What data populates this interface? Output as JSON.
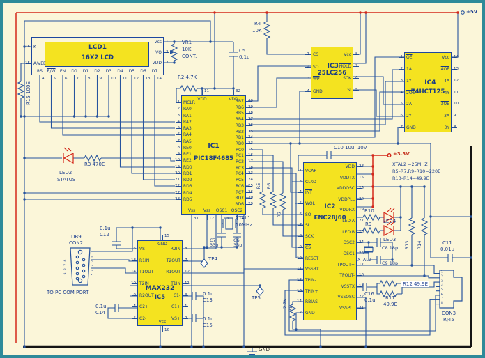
{
  "power": {
    "plus5": "+5V",
    "plus33": "+3.3V",
    "gnd": "GND"
  },
  "notes": [
    "XTAL2 =25MHZ",
    "R5–R7,R9–R10=220E",
    "R13–R14=49.9E"
  ],
  "lcd": {
    "ref": "LCD1",
    "desc": "16X2 LCD",
    "left": [
      {
        "n": "16",
        "l": "K"
      },
      {
        "n": "15",
        "l": "A/VEE"
      }
    ],
    "right": [
      {
        "n": "1",
        "l": "Vss"
      },
      {
        "n": "3",
        "l": "VO"
      },
      {
        "n": "2",
        "l": "VDD"
      }
    ],
    "bottom": [
      {
        "n": "4",
        "l": "RS"
      },
      {
        "n": "5",
        "l": "R/W",
        "b": 1
      },
      {
        "n": "6",
        "l": "EN"
      },
      {
        "n": "7",
        "l": "D0"
      },
      {
        "n": "8",
        "l": "D1"
      },
      {
        "n": "9",
        "l": "D2"
      },
      {
        "n": "10",
        "l": "D3"
      },
      {
        "n": "11",
        "l": "D4"
      },
      {
        "n": "12",
        "l": "D5"
      },
      {
        "n": "13",
        "l": "D6"
      },
      {
        "n": "14",
        "l": "D7"
      }
    ]
  },
  "ics": {
    "ic1": {
      "ref": "IC1",
      "part": "PIC18F4685",
      "left": [
        {
          "n": "1",
          "l": "MCLR",
          "b": 1
        },
        {
          "n": "2",
          "l": "RA0"
        },
        {
          "n": "3",
          "l": "RA1"
        },
        {
          "n": "4",
          "l": "RA2"
        },
        {
          "n": "5",
          "l": "RA3"
        },
        {
          "n": "6",
          "l": "RA4"
        },
        {
          "n": "7",
          "l": "RA5"
        },
        {
          "n": "8",
          "l": "RE0"
        },
        {
          "n": "9",
          "l": "RE1"
        },
        {
          "n": "10",
          "l": "RE2"
        },
        {
          "n": "19",
          "l": "RD0"
        },
        {
          "n": "20",
          "l": "RD1"
        },
        {
          "n": "21",
          "l": "RD2"
        },
        {
          "n": "22",
          "l": "RD3"
        },
        {
          "n": "27",
          "l": "RD4"
        },
        {
          "n": "28",
          "l": "RD5"
        }
      ],
      "right": [
        {
          "n": "40",
          "l": "RB7"
        },
        {
          "n": "39",
          "l": "RB6"
        },
        {
          "n": "38",
          "l": "RB5"
        },
        {
          "n": "37",
          "l": "RB4"
        },
        {
          "n": "36",
          "l": "RB3"
        },
        {
          "n": "35",
          "l": "RB2"
        },
        {
          "n": "34",
          "l": "RB1"
        },
        {
          "n": "33",
          "l": "RB0"
        },
        {
          "n": "15",
          "l": "RC0"
        },
        {
          "n": "16",
          "l": "RC1"
        },
        {
          "n": "17",
          "l": "RC2"
        },
        {
          "n": "18",
          "l": "RC3"
        },
        {
          "n": "23",
          "l": "RC4"
        },
        {
          "n": "24",
          "l": "RC5"
        },
        {
          "n": "25",
          "l": "RC6"
        },
        {
          "n": "26",
          "l": "RC7"
        },
        {
          "n": "30",
          "l": "RD7"
        },
        {
          "n": "29",
          "l": "RD6"
        }
      ],
      "top": [
        {
          "n": "11",
          "l": "VDD"
        },
        {
          "n": "32",
          "l": "VDD"
        }
      ],
      "bottom": [
        {
          "n": "31",
          "l": "Vss"
        },
        {
          "n": "12",
          "l": "Vss"
        },
        {
          "n": "13",
          "l": "OSC1"
        },
        {
          "n": "14",
          "l": "OSC2"
        }
      ]
    },
    "ic2": {
      "ref": "IC2",
      "part": "ENC28J60",
      "left": [
        {
          "n": "1",
          "l": "VCAP"
        },
        {
          "n": "3",
          "l": "CLKO"
        },
        {
          "n": "4",
          "l": "INT",
          "b": 1
        },
        {
          "n": "5",
          "l": "WOL",
          "b": 1
        },
        {
          "n": "6",
          "l": "SO"
        },
        {
          "n": "7",
          "l": "SI"
        },
        {
          "n": "8",
          "l": "SCK"
        },
        {
          "n": "9",
          "l": "CS",
          "b": 1
        },
        {
          "n": "10",
          "l": "RESET",
          "b": 1
        },
        {
          "n": "11",
          "l": "VSSRX"
        },
        {
          "n": "12",
          "l": "TPIN-"
        },
        {
          "n": "13",
          "l": "TPIN+"
        },
        {
          "n": "14",
          "l": "RBIAS"
        },
        {
          "n": "2",
          "l": "GND"
        }
      ],
      "right": [
        {
          "n": "28",
          "l": "VDD"
        },
        {
          "n": "15",
          "l": "VDDTX"
        },
        {
          "n": "25",
          "l": "VDDOSC"
        },
        {
          "n": "20",
          "l": "VDDPLL"
        },
        {
          "n": "19",
          "l": "VDDRX"
        },
        {
          "n": "27",
          "l": "LED A"
        },
        {
          "n": "26",
          "l": "LED B"
        },
        {
          "n": "24",
          "l": "OSC2"
        },
        {
          "n": "23",
          "l": "OSC1"
        },
        {
          "n": "17",
          "l": "TPOUT+"
        },
        {
          "n": "16",
          "l": "TPOUT-"
        },
        {
          "n": "18",
          "l": "VSSTX"
        },
        {
          "n": "22",
          "l": "VSSOSC"
        },
        {
          "n": "21",
          "l": "VSSPLL"
        }
      ]
    },
    "ic3": {
      "ref": "IC3",
      "part": "25LC256",
      "left": [
        {
          "n": "1",
          "l": "CS",
          "b": 1
        },
        {
          "n": "2",
          "l": "SO"
        },
        {
          "n": "3",
          "l": "WP",
          "b": 1
        },
        {
          "n": "4",
          "l": "GND"
        }
      ],
      "right": [
        {
          "n": "8",
          "l": "Vcc"
        },
        {
          "n": "7",
          "l": "HOLD",
          "b": 1
        },
        {
          "n": "6",
          "l": "SCK"
        },
        {
          "n": "5",
          "l": "SI"
        }
      ]
    },
    "ic4": {
      "ref": "IC4",
      "part": "74HCT125",
      "left": [
        {
          "n": "1",
          "l": "OE",
          "b": 1
        },
        {
          "n": "2",
          "l": "1A"
        },
        {
          "n": "3",
          "l": "1Y"
        },
        {
          "n": "4",
          "l": "2OE",
          "b": 1
        },
        {
          "n": "5",
          "l": "2A"
        },
        {
          "n": "6",
          "l": "2Y"
        },
        {
          "n": "7",
          "l": "GND"
        }
      ],
      "right": [
        {
          "n": "14",
          "l": "Vcc"
        },
        {
          "n": "13",
          "l": "4OE",
          "b": 1
        },
        {
          "n": "12",
          "l": "4A"
        },
        {
          "n": "11",
          "l": "4Y"
        },
        {
          "n": "10",
          "l": "3OE",
          "b": 1
        },
        {
          "n": "9",
          "l": "3A"
        },
        {
          "n": "8",
          "l": "3Y"
        }
      ]
    },
    "ic5": {
      "ref": "IC5",
      "part": "MAX232",
      "swap": true,
      "left": [
        {
          "n": "6",
          "l": "VS-"
        },
        {
          "n": "13",
          "l": "R1IN"
        },
        {
          "n": "14",
          "l": "T1OUT"
        },
        {
          "n": "10",
          "l": "T2IN"
        },
        {
          "n": "9",
          "l": "R2OUT"
        },
        {
          "n": "4",
          "l": "C2+"
        },
        {
          "n": "5",
          "l": "C2-"
        }
      ],
      "right": [
        {
          "n": "8",
          "l": "R2IN"
        },
        {
          "n": "7",
          "l": "T2OUT"
        },
        {
          "n": "12",
          "l": "R1OUT"
        },
        {
          "n": "11",
          "l": "T1IN"
        },
        {
          "n": "3",
          "l": "C1-"
        },
        {
          "n": "1",
          "l": "C1+"
        },
        {
          "n": "2",
          "l": "VS+"
        }
      ],
      "top": [
        {
          "n": "15",
          "l": "GND"
        }
      ],
      "bottom": [
        {
          "n": "16",
          "l": "Vcc"
        }
      ]
    }
  },
  "connectors": {
    "con2": {
      "type": "DB9",
      "ref": "CON2",
      "note": "TO PC COM PORT",
      "left_nums": "9 8 7 6",
      "right_nums": "5 4 3 2 1"
    },
    "con3": {
      "ref": "CON3",
      "type": "RJ45",
      "pins": [
        "1",
        "2",
        "3",
        "4",
        "5",
        "6",
        "7",
        "8"
      ]
    }
  },
  "parts": {
    "r15": "R15 100E",
    "vr1": "VR1",
    "vr1_val": "10K",
    "vr1_sub": "CONT.",
    "c5": "C5",
    "c5_val": "0.1u",
    "r2": "R2 4.7K",
    "r4": "R4",
    "r4_val": "10K",
    "r3": "R3 470E",
    "led2": "LED2",
    "led2_sub": "STATUS",
    "xtal1": "XTAL1",
    "xtal1_val": "10MHz",
    "c7": "C7",
    "c7_val": "33p",
    "c6": "C6",
    "c6_val": "33p",
    "tp4": "TP4",
    "tp5": "TP5",
    "r5": "R5",
    "r6": "R6",
    "r7": "R7",
    "r8": "R8",
    "r8_val": "2.7K",
    "c10": "C10 10u, 10V",
    "r10": "R10",
    "r9": "R9",
    "led4": "LED4",
    "led3": "LED3",
    "c8": "C8 18p",
    "c9": "C9 18p",
    "xtal2": "XTAL2",
    "r13": "R13",
    "r14": "R14",
    "c11": "C11",
    "c11_val": "0.01u",
    "r12": "R12 49.9E",
    "r11": "R11",
    "r11_val": "49.9E",
    "c16": "C16",
    "c16_val": "0.1u",
    "c12": "C12",
    "c12_val": "0.1u",
    "c13": "C13",
    "c13_val": "0.1u",
    "c14": "C14",
    "c14_val": "0.1u",
    "c15": "C15",
    "c15_val": "0.1u"
  }
}
